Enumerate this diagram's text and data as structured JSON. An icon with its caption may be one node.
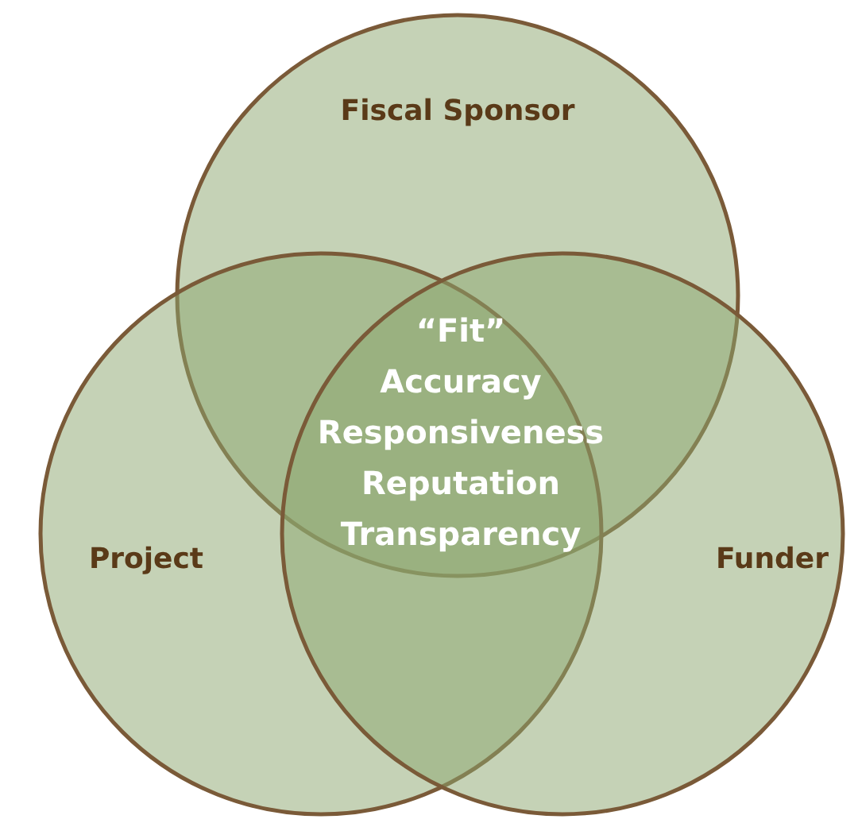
{
  "diagram": {
    "nodes": [
      {
        "text": [
          "Fiscal Sponsor"
        ]
      },
      {
        "text": [
          "Project"
        ]
      },
      {
        "text": [
          "Funder"
        ]
      }
    ],
    "labels": [
      "“Fit”",
      "Accuracy",
      "Responsiveness",
      "Reputation",
      "Transparency"
    ]
  }
}
